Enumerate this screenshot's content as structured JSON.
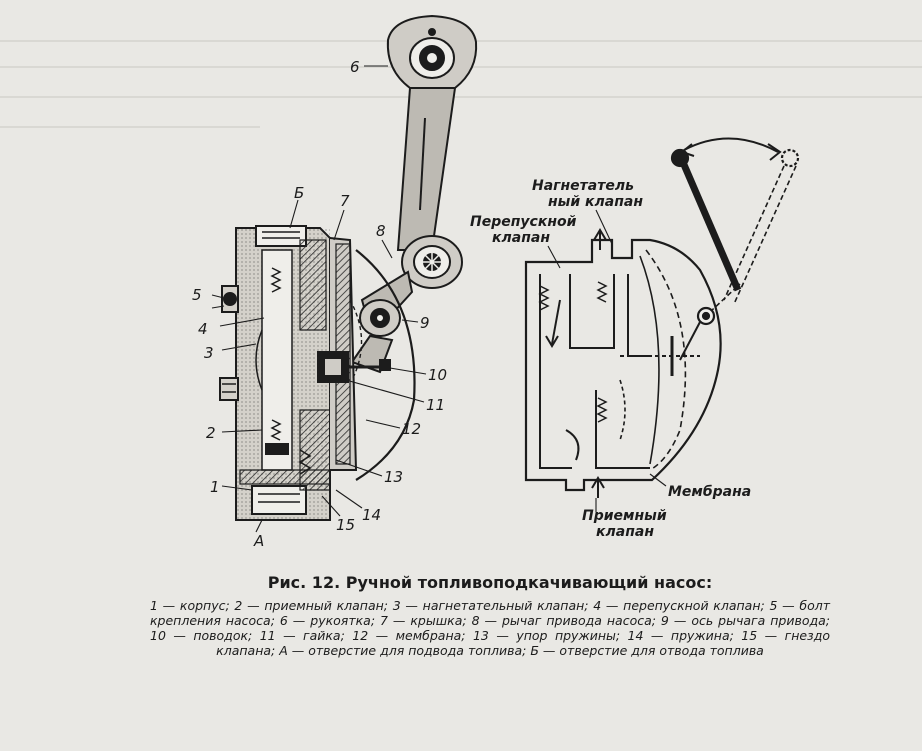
{
  "figure": {
    "number_label": "Рис. 12.",
    "title": "Ручной топливоподкачивающий насос:",
    "legend": "1 — корпус; 2 — приемный клапан; 3 — нагнетательный клапан; 4 — перепускной клапан; 5 — болт крепления насоса; 6 — рукоятка; 7 — крышка; 8 — рычаг привода насоса; 9 — ось рычага привода; 10 — поводок; 11 — гайка; 12 — мембрана; 13 — упор пружины; 14 — пружина; 15 — гнездо клапана; А — отверстие для подвода топлива; Б — отверстие для отвода топлива"
  },
  "left_diagram": {
    "callouts": {
      "n1": "1",
      "n2": "2",
      "n3": "3",
      "n4": "4",
      "n5": "5",
      "n6": "6",
      "n7": "7",
      "n8": "8",
      "n9": "9",
      "n10": "10",
      "n11": "11",
      "n12": "12",
      "n13": "13",
      "n14": "14",
      "n15": "15",
      "a": "А",
      "b": "Б"
    }
  },
  "right_diagram": {
    "discharge_valve_line1": "Нагнетатель",
    "discharge_valve_line2": "ный клапан",
    "bypass_valve_line1": "Перепускной",
    "bypass_valve_line2": "клапан",
    "membrane": "Мембрана",
    "intake_valve_line1": "Приемный",
    "intake_valve_line2": "клапан"
  }
}
